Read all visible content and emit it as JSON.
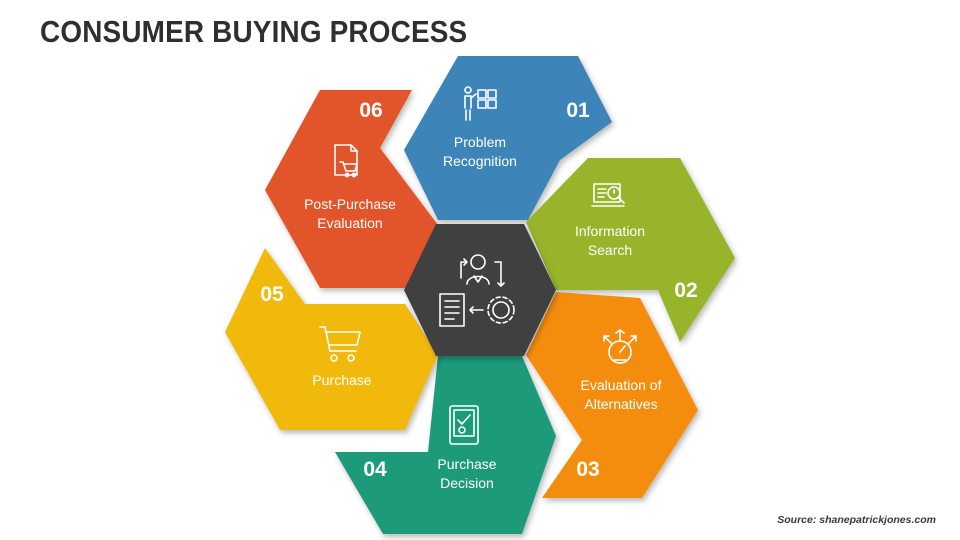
{
  "title": "CONSUMER BUYING PROCESS",
  "source": "Source: shanepatrickjones.com",
  "center_icon": "customer-process-icon",
  "steps": [
    {
      "number": "01",
      "line1": "Problem",
      "line2": "Recognition",
      "color": "#3d84b8",
      "icon": "puzzle-person-icon"
    },
    {
      "number": "02",
      "line1": "Information",
      "line2": "Search",
      "color": "#97b42a",
      "icon": "laptop-search-icon"
    },
    {
      "number": "03",
      "line1": "Evaluation of",
      "line2": "Alternatives",
      "color": "#f48d0a",
      "icon": "gauge-arrows-icon"
    },
    {
      "number": "04",
      "line1": "Purchase",
      "line2": "Decision",
      "color": "#1d9a7a",
      "icon": "tablet-check-icon"
    },
    {
      "number": "05",
      "line1": "Purchase",
      "line2": "",
      "color": "#f2b90f",
      "icon": "shopping-cart-icon"
    },
    {
      "number": "06",
      "line1": "Post-Purchase",
      "line2": "Evaluation",
      "color": "#e2552a",
      "icon": "document-cart-icon"
    }
  ],
  "colors": {
    "center": "#404040",
    "title": "#2f2f2f"
  }
}
